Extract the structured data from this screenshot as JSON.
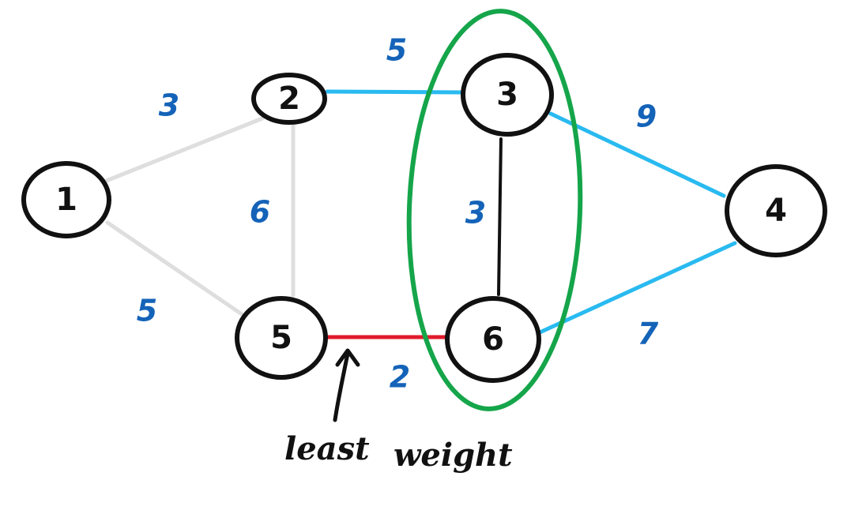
{
  "colors": {
    "background": "#ffffff",
    "node_stroke": "#111111",
    "unvisited_edge": "#dedede",
    "candidate_edge": "#29baf0",
    "selected_edge": "#e11b2a",
    "internal_edge": "#111111",
    "cut_ellipse": "#15a54a",
    "weight_text": "#1463b8",
    "annotation_text": "#111111"
  },
  "nodes": [
    {
      "id": "1",
      "label": "1"
    },
    {
      "id": "2",
      "label": "2"
    },
    {
      "id": "3",
      "label": "3"
    },
    {
      "id": "4",
      "label": "4"
    },
    {
      "id": "5",
      "label": "5"
    },
    {
      "id": "6",
      "label": "6"
    }
  ],
  "edges": [
    {
      "from": "1",
      "to": "2",
      "weight": "3",
      "state": "unvisited"
    },
    {
      "from": "1",
      "to": "5",
      "weight": "5",
      "state": "unvisited"
    },
    {
      "from": "2",
      "to": "5",
      "weight": "6",
      "state": "unvisited"
    },
    {
      "from": "2",
      "to": "3",
      "weight": "5",
      "state": "candidate"
    },
    {
      "from": "3",
      "to": "6",
      "weight": "3",
      "state": "internal"
    },
    {
      "from": "3",
      "to": "4",
      "weight": "9",
      "state": "candidate"
    },
    {
      "from": "6",
      "to": "4",
      "weight": "7",
      "state": "candidate"
    },
    {
      "from": "5",
      "to": "6",
      "weight": "2",
      "state": "selected"
    }
  ],
  "annotation": {
    "word1": "least",
    "word2": "weight",
    "icon": "arrow-up-icon"
  }
}
